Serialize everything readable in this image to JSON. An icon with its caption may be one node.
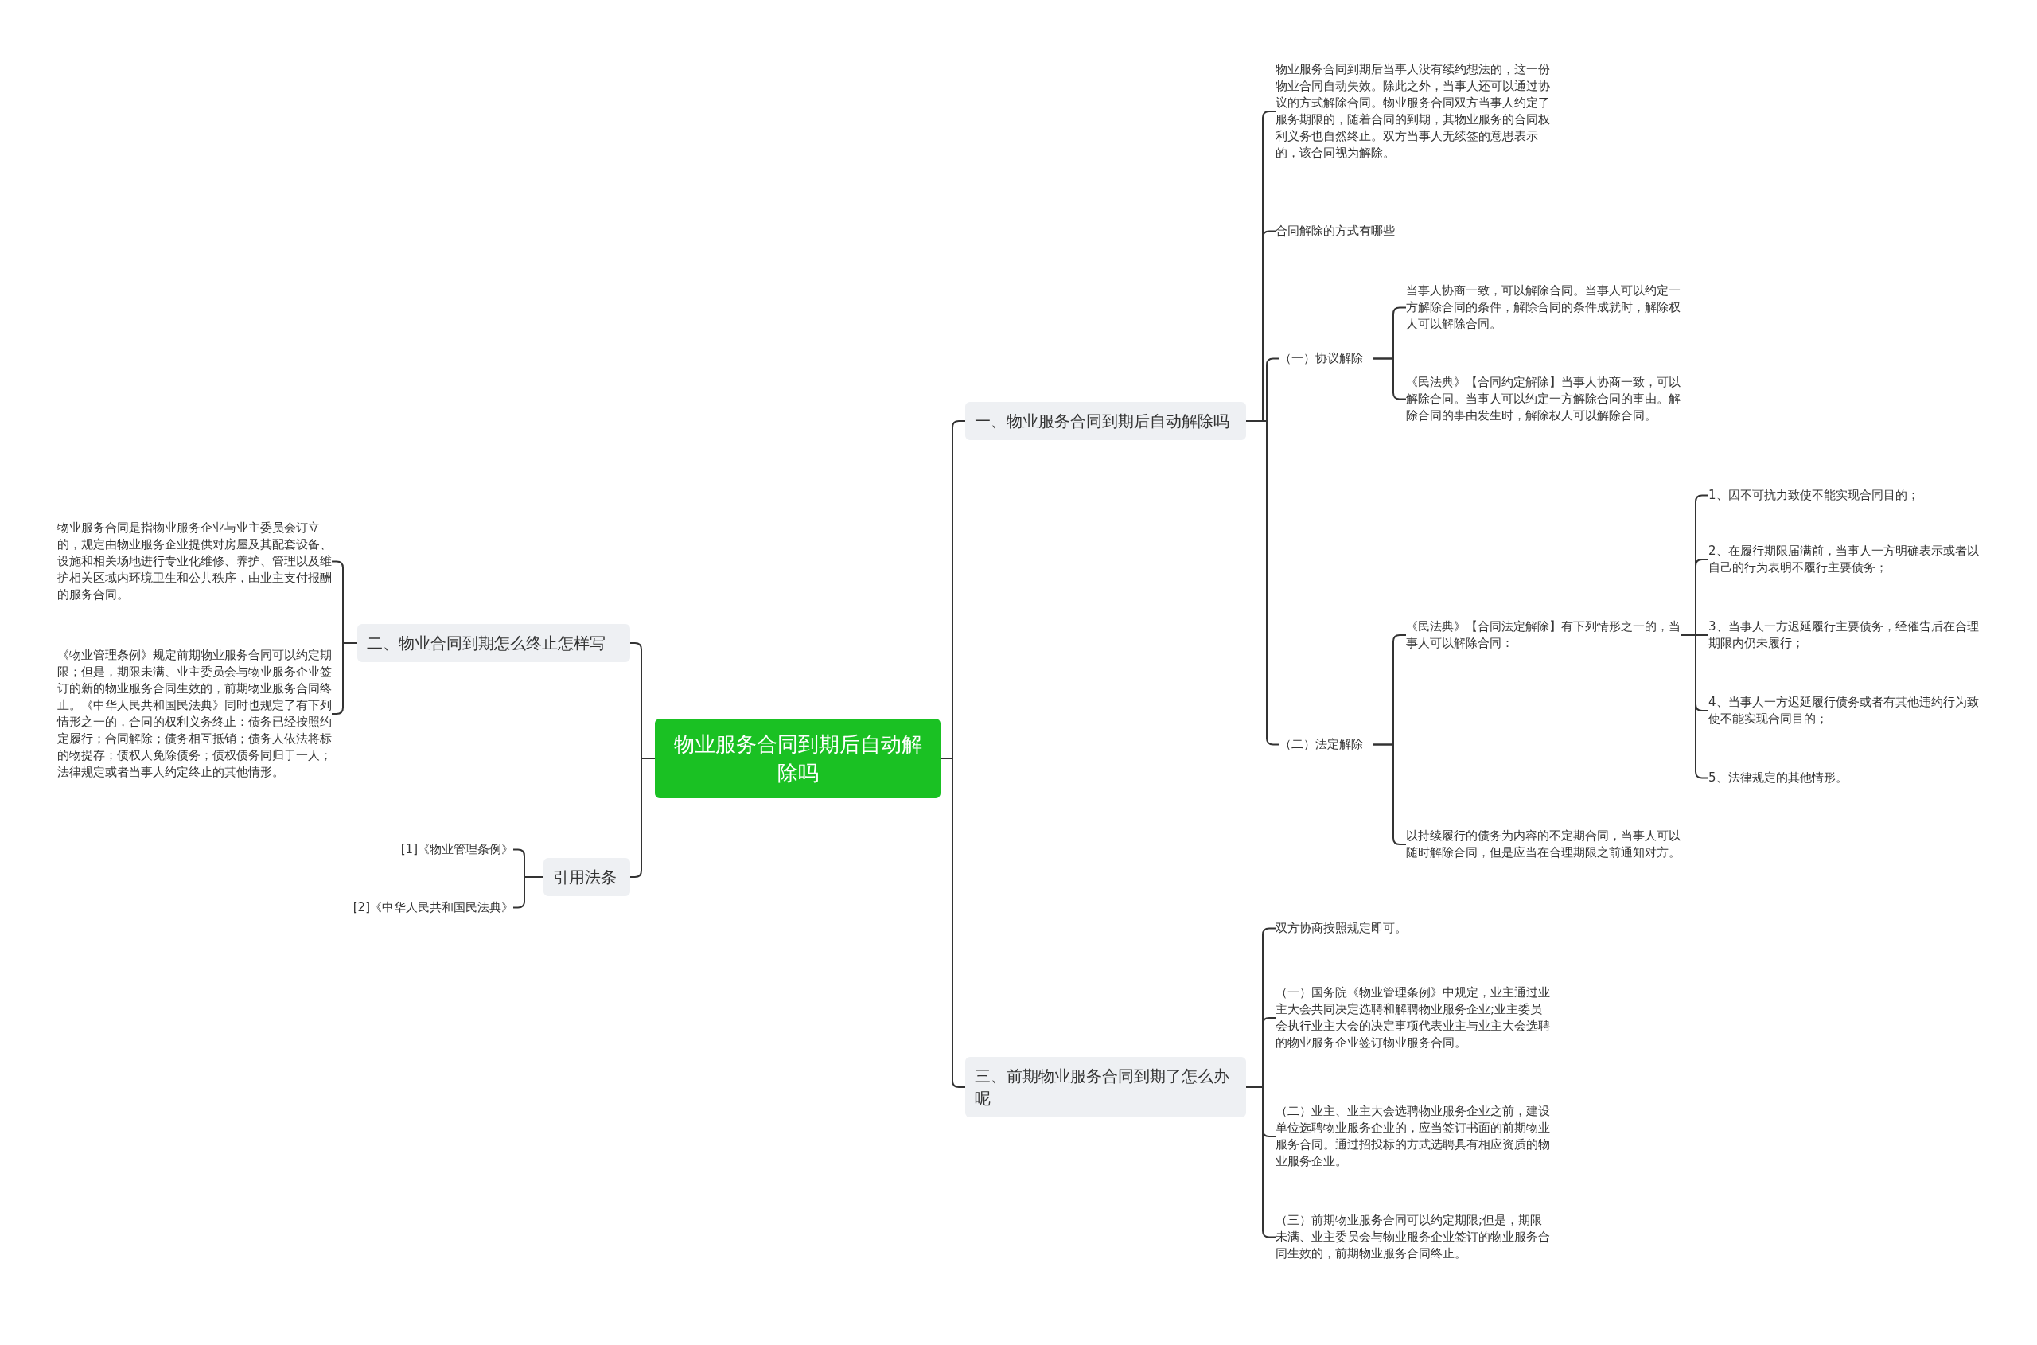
{
  "diagram": {
    "nodes": [
      {
        "text": [
          "物业服务合同到期后自动解除吗"
        ]
      },
      {
        "text": [
          "一、物业服务合同到期后自动解除吗"
        ]
      },
      {
        "text": [
          "物业服务合同到期后当事人没有续约想法的，这一份物业合同自动失效。除此之外，当事人还可以通过协议的方式解除合同。物业服务合同双方当事人约定了服务期限的，随着合同的到期，其物业服务的合同权利义务也自然终止。双方当事人无续签的意思表示的，该合同视为解除。"
        ]
      },
      {
        "text": [
          "合同解除的方式有哪些"
        ]
      },
      {
        "text": [
          "（一）协议解除"
        ]
      },
      {
        "text": [
          "当事人协商一致，可以解除合同。当事人可以约定一方解除合同的条件，解除合同的条件成就时，解除权人可以解除合同。"
        ]
      },
      {
        "text": [
          "《民法典》【合同约定解除】当事人协商一致，可以解除合同。当事人可以约定一方解除合同的事由。解除合同的事由发生时，解除权人可以解除合同。"
        ]
      },
      {
        "text": [
          "（二）法定解除"
        ]
      },
      {
        "text": [
          "《民法典》【合同法定解除】有下列情形之一的，当事人可以解除合同："
        ]
      },
      {
        "text": [
          "1、因不可抗力致使不能实现合同目的；"
        ]
      },
      {
        "text": [
          "2、在履行期限届满前，当事人一方明确表示或者以自己的行为表明不履行主要债务；"
        ]
      },
      {
        "text": [
          "3、当事人一方迟延履行主要债务，经催告后在合理期限内仍未履行；"
        ]
      },
      {
        "text": [
          "4、当事人一方迟延履行债务或者有其他违约行为致使不能实现合同目的；"
        ]
      },
      {
        "text": [
          "5、法律规定的其他情形。"
        ]
      },
      {
        "text": [
          "以持续履行的债务为内容的不定期合同，当事人可以随时解除合同，但是应当在合理期限之前通知对方。"
        ]
      },
      {
        "text": [
          "二、物业合同到期怎么终止怎样写"
        ]
      },
      {
        "text": [
          "物业服务合同是指物业服务企业与业主委员会订立的，规定由物业服务企业提供对房屋及其配套设备、设施和相关场地进行专业化维修、养护、管理以及维护相关区域内环境卫生和公共秩序，由业主支付报酬的服务合同。"
        ]
      },
      {
        "text": [
          "《物业管理条例》规定前期物业服务合同可以约定期限；但是，期限未满、业主委员会与物业服务企业签订的新的物业服务合同生效的，前期物业服务合同终止。《中华人民共和国民法典》同时也规定了有下列情形之一的，合同的权利义务终止：债务已经按照约定履行；合同解除；债务相互抵销；债务人依法将标的物提存；债权人免除债务；债权债务同归于一人；法律规定或者当事人约定终止的其他情形。"
        ]
      },
      {
        "text": [
          "三、前期物业服务合同到期了怎么办呢"
        ]
      },
      {
        "text": [
          "双方协商按照规定即可。"
        ]
      },
      {
        "text": [
          "（一）国务院《物业管理条例》中规定，业主通过业主大会共同决定选聘和解聘物业服务企业;业主委员会执行业主大会的决定事项代表业主与业主大会选聘的物业服务企业签订物业服务合同。"
        ]
      },
      {
        "text": [
          "（二）业主、业主大会选聘物业服务企业之前，建设单位选聘物业服务企业的，应当签订书面的前期物业服务合同。通过招投标的方式选聘具有相应资质的物业服务企业。"
        ]
      },
      {
        "text": [
          "（三）前期物业服务合同可以约定期限;但是，期限未满、业主委员会与物业服务企业签订的物业服务合同生效的，前期物业服务合同终止。"
        ]
      },
      {
        "text": [
          "引用法条"
        ]
      },
      {
        "text": [
          "[1]《物业管理条例》"
        ]
      },
      {
        "text": [
          "[2]《中华人民共和国民法典》"
        ]
      }
    ],
    "edges": [
      {
        "from": 0,
        "to": 1,
        "arrow": "none"
      },
      {
        "from": 1,
        "to": 2,
        "arrow": "none"
      },
      {
        "from": 1,
        "to": 3,
        "arrow": "none"
      },
      {
        "from": 1,
        "to": 4,
        "arrow": "none"
      },
      {
        "from": 1,
        "to": 7,
        "arrow": "none"
      },
      {
        "from": 4,
        "to": 5,
        "arrow": "none"
      },
      {
        "from": 4,
        "to": 6,
        "arrow": "none"
      },
      {
        "from": 7,
        "to": 8,
        "arrow": "none"
      },
      {
        "from": 7,
        "to": 14,
        "arrow": "none"
      },
      {
        "from": 8,
        "to": 9,
        "arrow": "none"
      },
      {
        "from": 8,
        "to": 10,
        "arrow": "none"
      },
      {
        "from": 8,
        "to": 11,
        "arrow": "none"
      },
      {
        "from": 8,
        "to": 12,
        "arrow": "none"
      },
      {
        "from": 8,
        "to": 13,
        "arrow": "none"
      },
      {
        "from": 0,
        "to": 15,
        "arrow": "none"
      },
      {
        "from": 15,
        "to": 16,
        "arrow": "none"
      },
      {
        "from": 15,
        "to": 17,
        "arrow": "none"
      },
      {
        "from": 0,
        "to": 18,
        "arrow": "none"
      },
      {
        "from": 18,
        "to": 19,
        "arrow": "none"
      },
      {
        "from": 18,
        "to": 20,
        "arrow": "none"
      },
      {
        "from": 18,
        "to": 21,
        "arrow": "none"
      },
      {
        "from": 18,
        "to": 22,
        "arrow": "none"
      },
      {
        "from": 0,
        "to": 23,
        "arrow": "none"
      },
      {
        "from": 23,
        "to": 24,
        "arrow": "none"
      },
      {
        "from": 23,
        "to": 25,
        "arrow": "none"
      }
    ]
  }
}
